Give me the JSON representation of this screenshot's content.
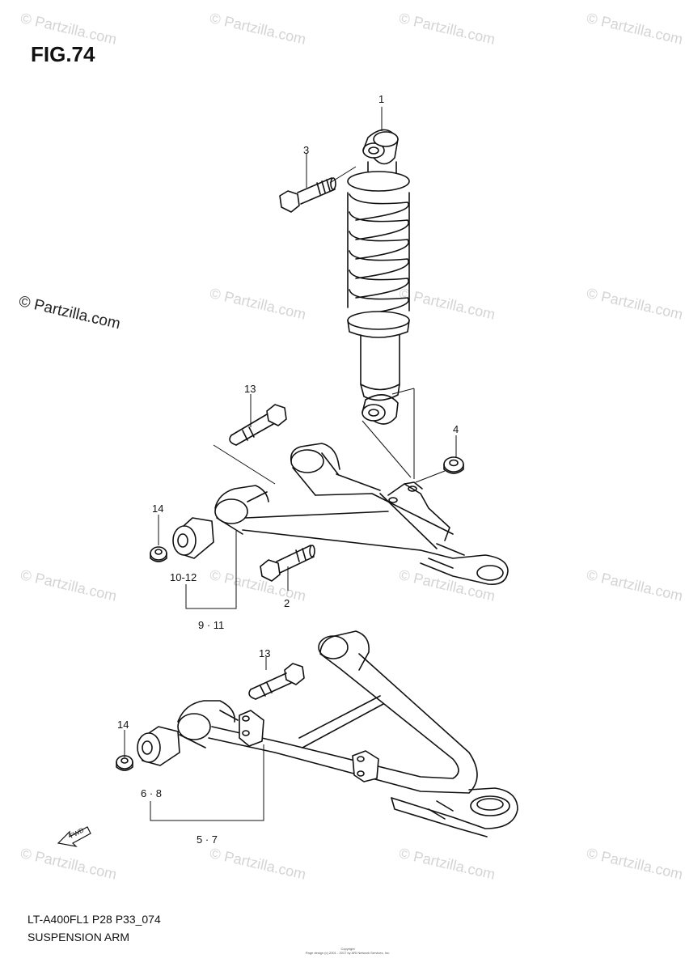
{
  "figure": {
    "title": "FIG.74",
    "model_code": "LT-A400FL1  P28 P33_074",
    "caption": "SUSPENSION ARM",
    "fwd_label": "FWD"
  },
  "callouts": [
    "1",
    "3",
    "13",
    "4",
    "14",
    "10-12",
    "2",
    "9 · 11",
    "13",
    "14",
    "6 · 8",
    "5 · 7"
  ],
  "watermark": {
    "repeat_text": "© Partzilla.com",
    "main_text": "© Partzilla.com"
  },
  "copyright": {
    "line1": "Copyright",
    "line2": "Page design (c) 2001 - 2017 by ARI Network Services, Inc."
  }
}
